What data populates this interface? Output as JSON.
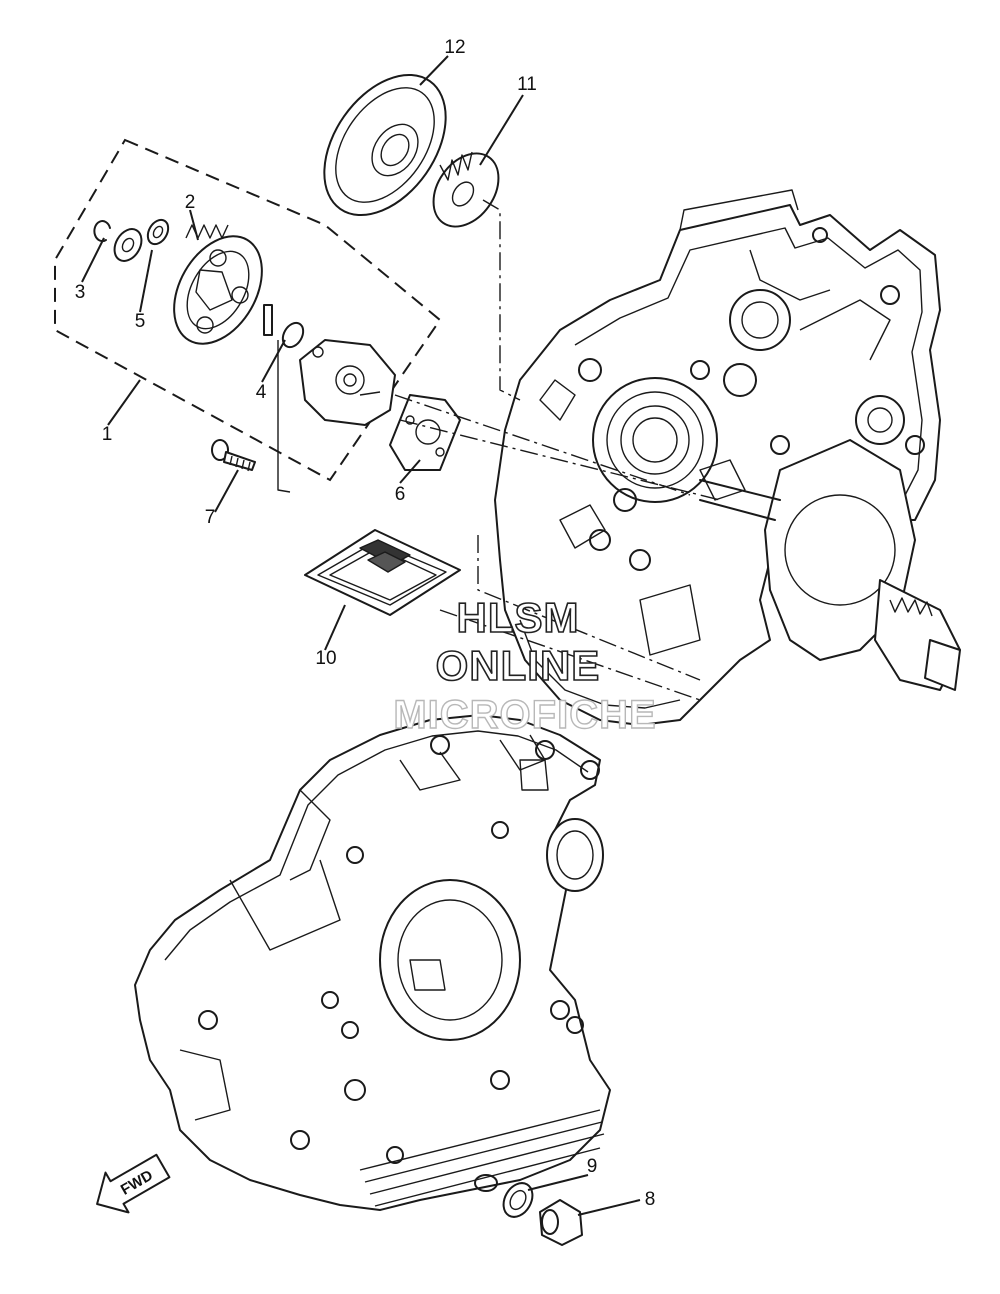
{
  "diagram": {
    "callouts": [
      {
        "id": "1",
        "label": "1"
      },
      {
        "id": "2",
        "label": "2"
      },
      {
        "id": "3",
        "label": "3"
      },
      {
        "id": "4",
        "label": "4"
      },
      {
        "id": "5",
        "label": "5"
      },
      {
        "id": "6",
        "label": "6"
      },
      {
        "id": "7",
        "label": "7"
      },
      {
        "id": "8",
        "label": "8"
      },
      {
        "id": "9",
        "label": "9"
      },
      {
        "id": "10",
        "label": "10"
      },
      {
        "id": "11",
        "label": "11"
      },
      {
        "id": "12",
        "label": "12"
      }
    ],
    "fwd_label": "FWD",
    "watermark": {
      "line1": "HLSM",
      "line2": "ONLINE",
      "line3": "MICROFICHE"
    },
    "colors": {
      "ink": "#1a1a1a",
      "background": "#ffffff"
    }
  }
}
